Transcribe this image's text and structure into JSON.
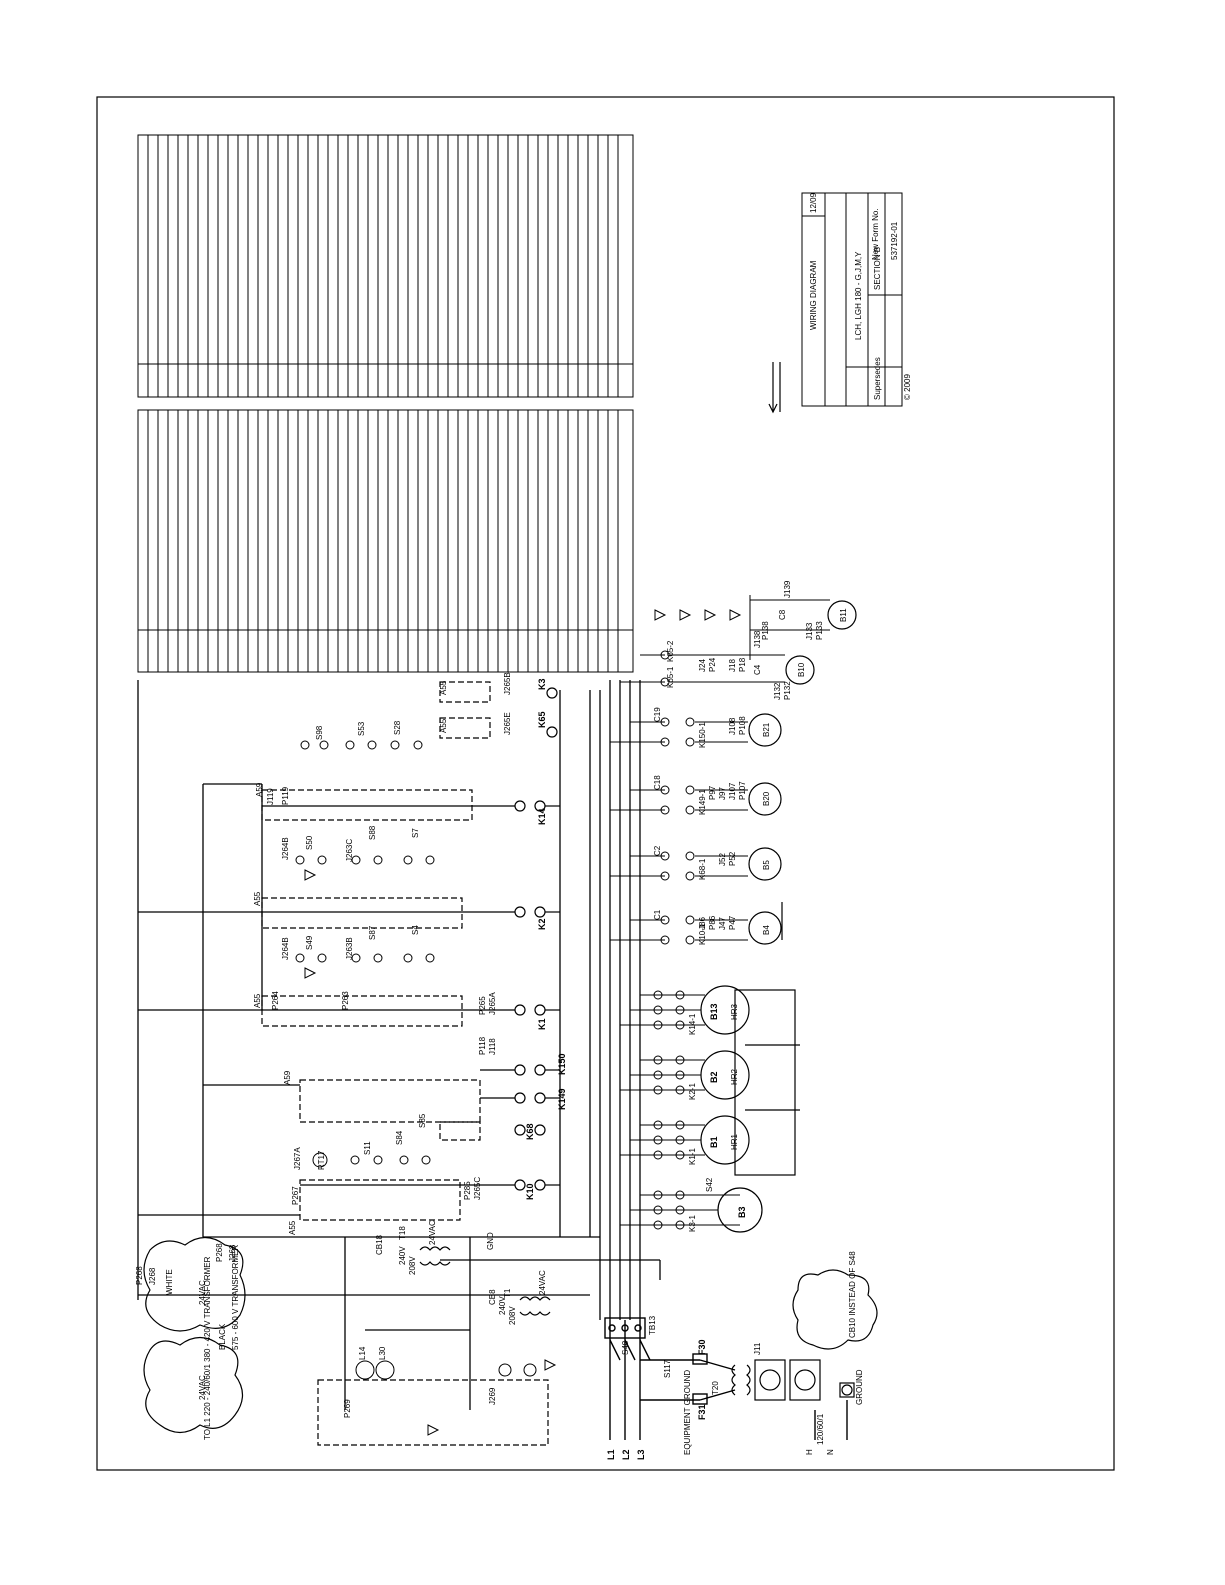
{
  "title_block": {
    "title": "WIRING DIAGRAM",
    "date": "12/09",
    "model": "LCH, LGH 180 - G,J,M,Y",
    "section": "SECTION B",
    "supersedes": "Supersedes",
    "form_label": "New Form No.",
    "form_no": "537192-01",
    "copyright": "© 2009"
  },
  "labels": {
    "line1": "L1",
    "line2": "L2",
    "line3": "L3",
    "eq_ground": "EQUIPMENT GROUND",
    "ground": "GROUND",
    "v120_h": "H",
    "v120_n": "N",
    "v120": "120/60/1",
    "t1_note": "TO L1 220 - 240/60/1 380 - 420 V TRANSFORMER",
    "t1_note2": "575 - 600 V TRANSFORMER",
    "t1_black": "BLACK",
    "t1_white": "WHITE",
    "t1_24": "24VAC",
    "t1_24b": "24VAC",
    "cb_note": "CB10 INSTEAD OF S48",
    "v208": "208V",
    "v240": "240V",
    "v24vac": "24VAC",
    "v208b": "208V",
    "v240b": "240V",
    "v24vacb": "24VAC",
    "gnd": "GND",
    "cb8": "CB8",
    "cb18": "CB18",
    "s48": "S48",
    "tb13": "TB13",
    "t1": "T1",
    "t18": "T18",
    "t20": "T20",
    "f30": "F30",
    "f31": "F31",
    "j11": "J11",
    "s117": "S117",
    "l14": "L14",
    "l30": "L30",
    "p268": "P268",
    "j268": "J268",
    "p269": "P269",
    "j269": "J269",
    "p268b": "P268",
    "j268b": "J268",
    "a55": "A55",
    "a59": "A59",
    "a55b": "A55",
    "a55c": "A55",
    "a59b": "A59",
    "a55d": "A55",
    "a55e": "A55",
    "k10": "K10",
    "k68": "K68",
    "k149": "K149",
    "k150": "K150",
    "k1": "K1",
    "k2": "K2",
    "k14": "K14",
    "k65": "K65",
    "k3": "K3",
    "b3": "B3",
    "b1": "B1",
    "b2": "B2",
    "b13": "B13",
    "b4": "B4",
    "b5": "B5",
    "b20": "B20",
    "b21": "B21",
    "b10": "B10",
    "b11": "B11",
    "c1": "C1",
    "c2": "C2",
    "c18": "C18",
    "c19": "C19",
    "c4": "C4",
    "c8": "C8",
    "k10_1": "K10-1",
    "k68_1": "K68-1",
    "k149_1": "K149-1",
    "k150_1": "K150-1",
    "k65_1": "K65-1",
    "k65_2": "K65-2",
    "k1_1": "K1-1",
    "k2_1": "K2-1",
    "k14_1": "K14-1",
    "k3_1": "K3-1",
    "s42": "S42",
    "hr1": "HR1",
    "hr2": "HR2",
    "hr3": "HR3",
    "rt17": "RT17",
    "s11": "S11",
    "s84": "S84",
    "s85": "S85",
    "s49": "S49",
    "s87": "S87",
    "s4": "S4",
    "s50": "S50",
    "s88": "S88",
    "s7": "S7",
    "s28": "S28",
    "s53": "S53",
    "s98": "S98",
    "p267": "P267",
    "j267a": "J267A",
    "p285": "P285",
    "j265c": "J265C",
    "p118": "P118",
    "j118": "J118",
    "p119": "P119",
    "j119": "J119",
    "p264": "P264",
    "j264b": "J264B",
    "p263": "P263",
    "j263b": "J263B",
    "j264b2": "J264B",
    "j263c": "J263C",
    "p265": "P265",
    "j265a": "J265A",
    "j265b": "J265B",
    "j265e": "J265E",
    "j86": "J86",
    "p86": "P86",
    "j47": "J47",
    "p47": "P47",
    "j52": "J52",
    "p52": "P52",
    "p97": "P97",
    "j97": "J97",
    "j107": "J107",
    "p107": "P107",
    "j108": "J108",
    "p108": "P108",
    "j24": "J24",
    "p24": "P24",
    "j18": "J18",
    "p18": "P18",
    "j132": "J132",
    "p132": "P132",
    "j133": "J133",
    "p133": "P133",
    "j138": "J138",
    "p138": "P138",
    "j139": "J139"
  }
}
